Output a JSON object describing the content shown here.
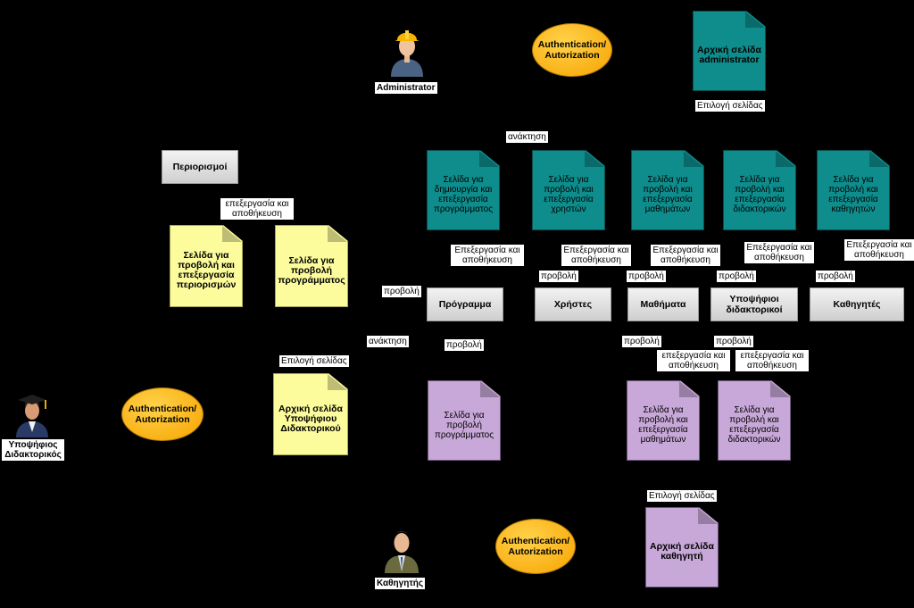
{
  "actors": {
    "administrator": "Administrator",
    "candidate": "Υποψήφιος Διδακτορικός",
    "professor": "Καθηγητής"
  },
  "auth": {
    "admin": "Authentication/ Autorization",
    "candidate": "Authentication/ Autorization",
    "professor": "Authentication/ Autorization"
  },
  "docs": {
    "admin_home": "Αρχική σελίδα administrator",
    "program_edit": "Σελίδα για δημιουργία και επεξεργασία προγράμματος",
    "users_edit": "Σελίδα για προβολή και επεξεργασία χρηστών",
    "courses_edit": "Σελίδα για προβολή και επεξεργασία μαθημάτων",
    "phd_edit": "Σελίδα για προβολή και επεξεργασία διδακτορικών",
    "profs_edit": "Σελίδα για προβολή και επεξεργασία καθηγητών",
    "restrictions_edit": "Σελίδα για προβολή και επεξεργασία περιορισμών",
    "program_view_y": "Σελίδα για προβολή προγράμματος",
    "candidate_home": "Αρχική σελίδα Υποψήφιου Διδακτορικού",
    "program_view_p": "Σελίδα για προβολή προγράμματος",
    "courses_view_p": "Σελίδα για προβολή και επεξεργασία μαθημάτων",
    "phd_view_p": "Σελίδα για προβολή και επεξεργασία διδακτορικών",
    "prof_home": "Αρχική σελίδα καθηγητή"
  },
  "buttons": {
    "restrictions": "Περιορισμοί",
    "program": "Πρόγραμμα",
    "users": "Χρήστες",
    "courses": "Μαθήματα",
    "phd": "Υποψήφιοι διδακτορικοί",
    "profs": "Καθηγητές"
  },
  "labels": {
    "page_select_admin": "Επιλογή σελίδας",
    "retrieval_top": "ανάκτηση",
    "edit_save_1": "Επεξεργασία και αποθήκευση",
    "edit_save_2": "Επεξεργασία και αποθήκευση",
    "edit_save_3": "Επεξεργασία και αποθήκευση",
    "edit_save_4": "Επεξεργασία και αποθήκευση",
    "edit_save_5": "Επεξεργασία και αποθήκευση",
    "view_users": "προβολή",
    "view_courses": "προβολή",
    "view_phd": "προβολή",
    "view_profs": "προβολή",
    "view_program": "προβολή",
    "edit_save_restr": "επεξεργασία και αποθήκευση",
    "retrieval_mid": "ανάκτηση",
    "view_program_low": "προβολή",
    "page_select_candidate": "Επιλογή σελίδας",
    "view_courses_low": "προβολή",
    "view_phd_low": "προβολή",
    "edit_save_courses_low": "επεξεργασία και αποθήκευση",
    "edit_save_phd_low": "επεξεργασία και αποθήκευση",
    "page_select_prof": "Επιλογή σελίδας"
  }
}
